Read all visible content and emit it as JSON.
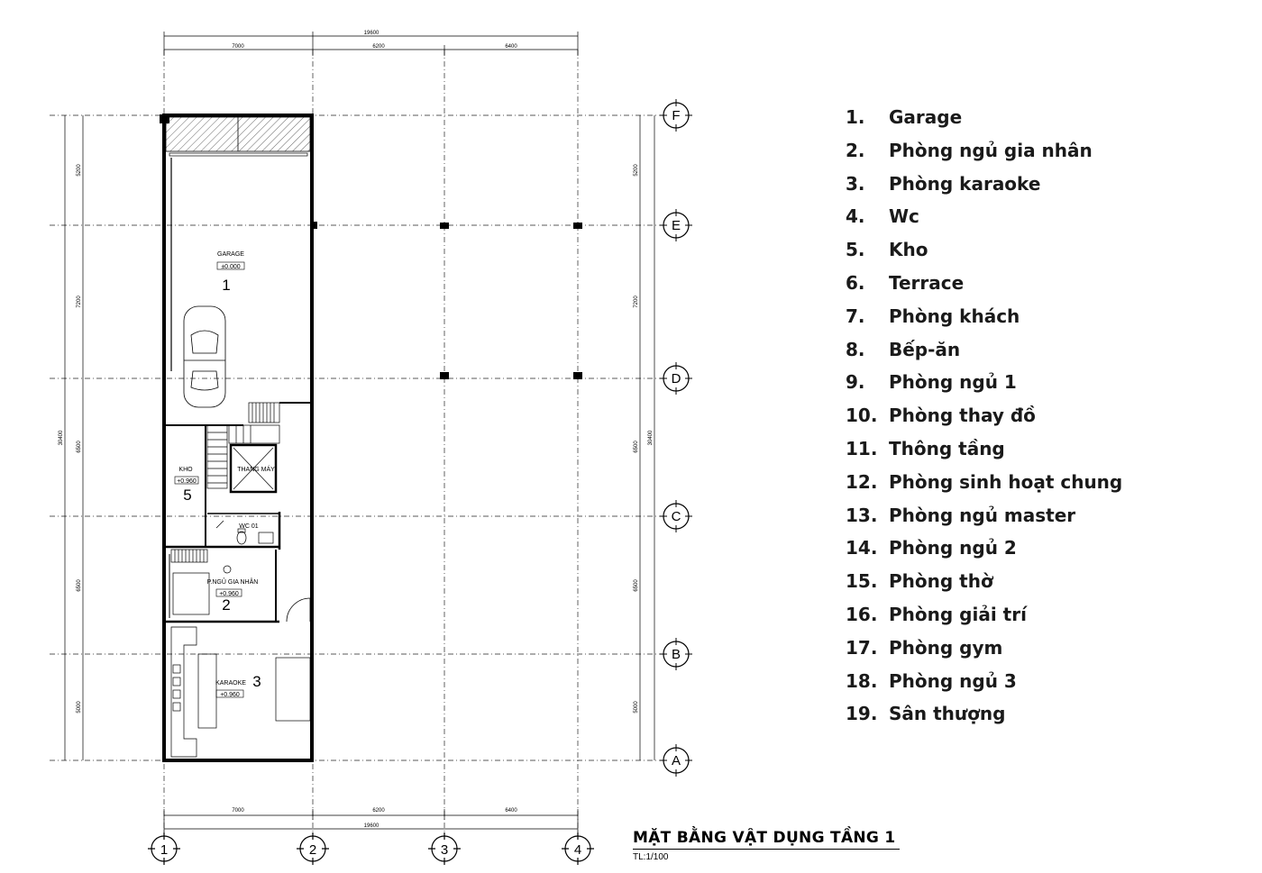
{
  "drawing": {
    "title": "MẶT BẰNG VẬT DỤNG TẦNG 1",
    "scale": "TL:1/100"
  },
  "dimensions": {
    "top_total": "19600",
    "top_spans": [
      "7000",
      "6200",
      "6400"
    ],
    "bottom_total": "19600",
    "bottom_spans": [
      "7000",
      "6200",
      "6400"
    ],
    "left_total": "30400",
    "left_spans": [
      "5200",
      "7200",
      "6500",
      "6500",
      "5000"
    ],
    "right_total": "30400",
    "right_spans": [
      "5200",
      "7200",
      "6500",
      "6500",
      "5000"
    ]
  },
  "grid": {
    "columns": [
      "1",
      "2",
      "3",
      "4"
    ],
    "rows": [
      "F",
      "E",
      "D",
      "C",
      "B",
      "A"
    ]
  },
  "rooms": {
    "garage": {
      "name": "GARAGE",
      "level": "±0.000",
      "number": "1"
    },
    "kho": {
      "name": "KHO",
      "level": "+0.960",
      "number": "5"
    },
    "elevator": {
      "name": "THANG MÁY"
    },
    "wc": {
      "name": "WC 01"
    },
    "bedroom": {
      "name": "P.NGỦ GIA NHÂN",
      "level": "+0.960",
      "number": "2"
    },
    "karaoke": {
      "name": "KARAOKE",
      "level": "+0.960",
      "number": "3"
    }
  },
  "legend": [
    {
      "n": "1.",
      "label": "Garage"
    },
    {
      "n": "2.",
      "label": "Phòng ngủ gia nhân"
    },
    {
      "n": "3.",
      "label": "Phòng karaoke"
    },
    {
      "n": "4.",
      "label": "Wc"
    },
    {
      "n": "5.",
      "label": "Kho"
    },
    {
      "n": "6.",
      "label": "Terrace"
    },
    {
      "n": "7.",
      "label": "Phòng khách"
    },
    {
      "n": "8.",
      "label": "Bếp-ăn"
    },
    {
      "n": "9.",
      "label": "Phòng ngủ 1"
    },
    {
      "n": "10.",
      "label": "Phòng thay đồ"
    },
    {
      "n": "11.",
      "label": "Thông tầng"
    },
    {
      "n": "12.",
      "label": "Phòng sinh hoạt chung"
    },
    {
      "n": "13.",
      "label": "Phòng ngủ master"
    },
    {
      "n": "14.",
      "label": "Phòng ngủ 2"
    },
    {
      "n": "15.",
      "label": "Phòng thờ"
    },
    {
      "n": "16.",
      "label": "Phòng giải trí"
    },
    {
      "n": "17.",
      "label": "Phòng gym"
    },
    {
      "n": "18.",
      "label": "Phòng ngủ 3"
    },
    {
      "n": "19.",
      "label": "Sân thượng"
    }
  ]
}
